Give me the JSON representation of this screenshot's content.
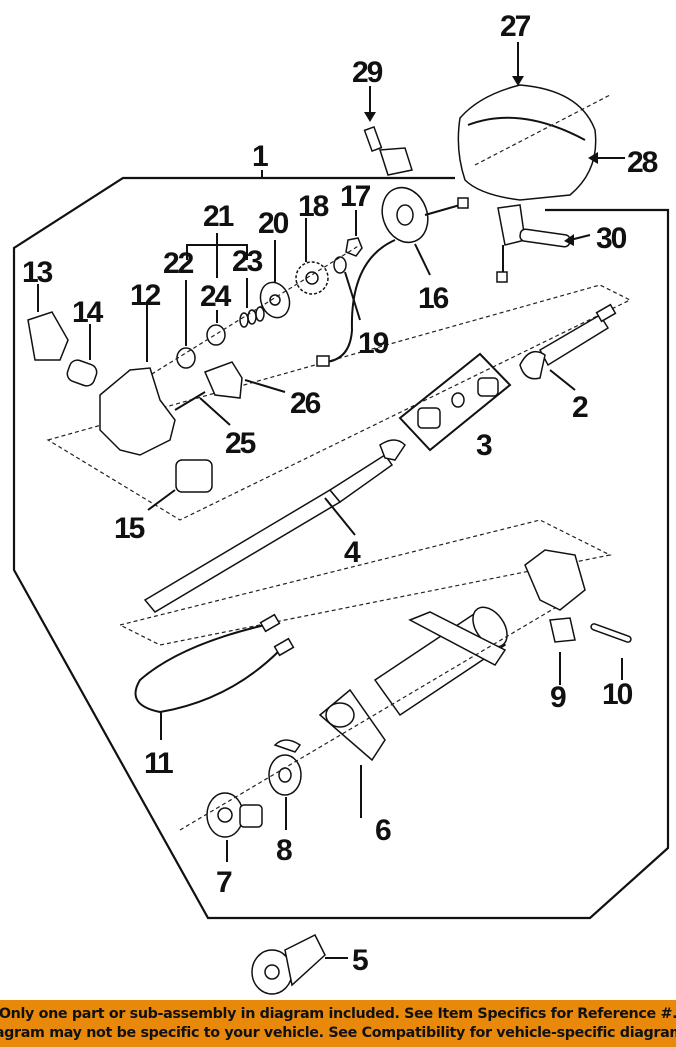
{
  "diagram": {
    "title": "Steering column exploded parts diagram",
    "callouts": [
      {
        "id": "1"
      },
      {
        "id": "2"
      },
      {
        "id": "3"
      },
      {
        "id": "4"
      },
      {
        "id": "5"
      },
      {
        "id": "6"
      },
      {
        "id": "7"
      },
      {
        "id": "8"
      },
      {
        "id": "9"
      },
      {
        "id": "10"
      },
      {
        "id": "11"
      },
      {
        "id": "12"
      },
      {
        "id": "13"
      },
      {
        "id": "14"
      },
      {
        "id": "15"
      },
      {
        "id": "16"
      },
      {
        "id": "17"
      },
      {
        "id": "18"
      },
      {
        "id": "19"
      },
      {
        "id": "20"
      },
      {
        "id": "21"
      },
      {
        "id": "22"
      },
      {
        "id": "23"
      },
      {
        "id": "24"
      },
      {
        "id": "25"
      },
      {
        "id": "26"
      },
      {
        "id": "27"
      },
      {
        "id": "28"
      },
      {
        "id": "29"
      },
      {
        "id": "30"
      }
    ]
  },
  "banner": {
    "line1": "Only one part or sub-assembly in diagram included. See Item Specifics for Reference #.",
    "line2": "Diagram may not be specific to your vehicle. See Compatibility for vehicle-specific diagrams.",
    "color": "#E8890C"
  }
}
